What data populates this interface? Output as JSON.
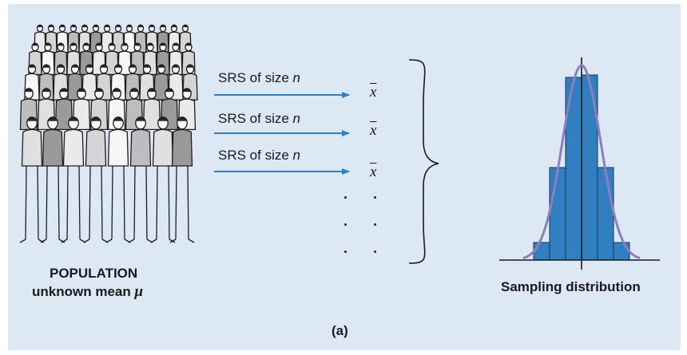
{
  "population": {
    "title": "POPULATION",
    "subtitle_prefix": "unknown mean ",
    "subtitle_symbol": "μ"
  },
  "samples": [
    {
      "label": "SRS of size ",
      "var": "n",
      "result": "x"
    },
    {
      "label": "SRS of size ",
      "var": "n",
      "result": "x"
    },
    {
      "label": "SRS of size ",
      "var": "n",
      "result": "x"
    }
  ],
  "distribution": {
    "label": "Sampling distribution"
  },
  "caption": "(a)",
  "colors": {
    "background": "#dce8f4",
    "arrow": "#2f7fc1",
    "bar_fill": "#2f7fc1",
    "curve": "#8b7fc0"
  }
}
